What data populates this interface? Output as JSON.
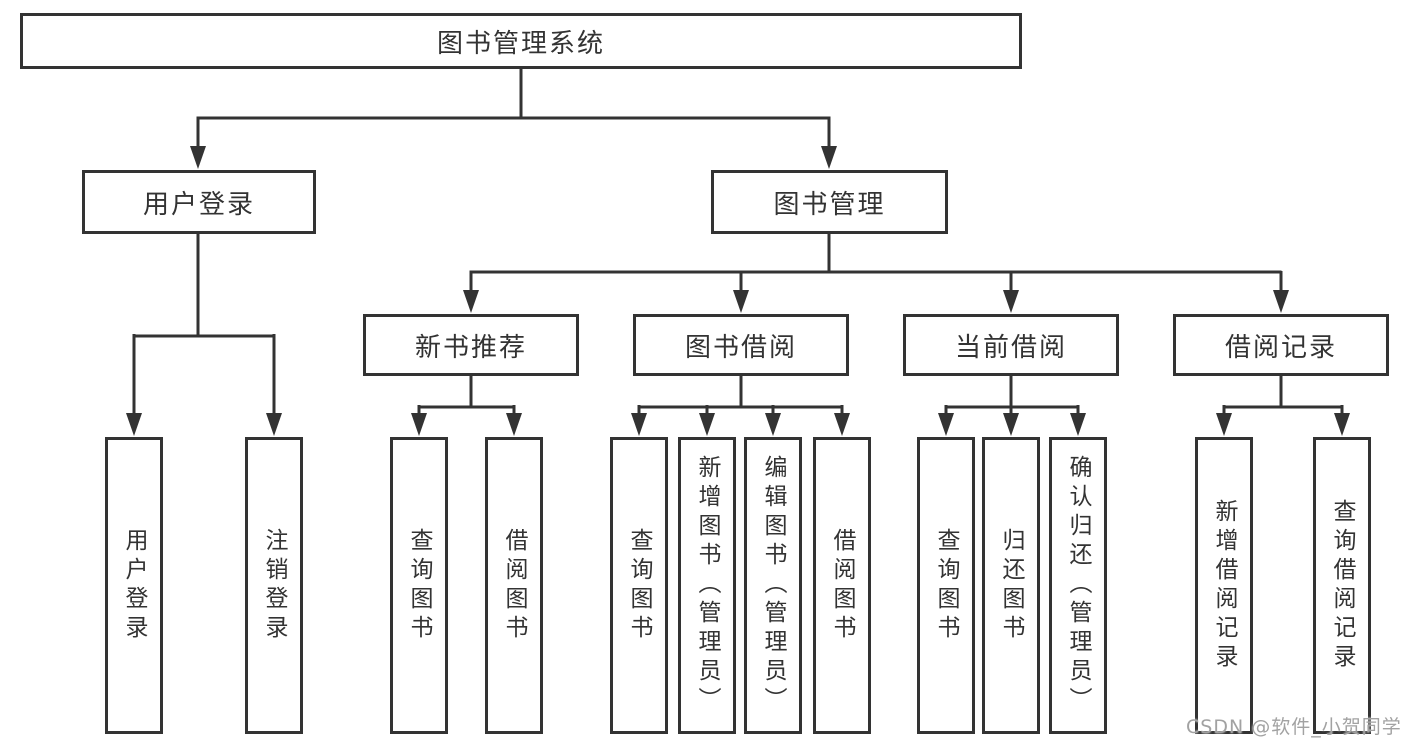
{
  "root": {
    "label": "图书管理系统"
  },
  "level2": [
    {
      "id": "user-login",
      "label": "用户登录"
    },
    {
      "id": "book-management",
      "label": "图书管理"
    }
  ],
  "level3": [
    {
      "id": "new-book-recommend",
      "label": "新书推荐",
      "parent": "图书管理"
    },
    {
      "id": "book-borrow",
      "label": "图书借阅",
      "parent": "图书管理"
    },
    {
      "id": "current-borrow",
      "label": "当前借阅",
      "parent": "图书管理"
    },
    {
      "id": "borrow-record",
      "label": "借阅记录",
      "parent": "图书管理"
    }
  ],
  "leaves": [
    {
      "label": "用户登录",
      "parent": "用户登录"
    },
    {
      "label": "注销登录",
      "parent": "用户登录"
    },
    {
      "label": "查询图书",
      "parent": "新书推荐"
    },
    {
      "label": "借阅图书",
      "parent": "新书推荐"
    },
    {
      "label": "查询图书",
      "parent": "图书借阅"
    },
    {
      "label": "新增图书（管理员）",
      "parent": "图书借阅"
    },
    {
      "label": "编辑图书（管理员）",
      "parent": "图书借阅"
    },
    {
      "label": "借阅图书",
      "parent": "图书借阅"
    },
    {
      "label": "查询图书",
      "parent": "当前借阅"
    },
    {
      "label": "归还图书",
      "parent": "当前借阅"
    },
    {
      "label": "确认归还（管理员）",
      "parent": "当前借阅"
    },
    {
      "label": "新增借阅记录",
      "parent": "借阅记录"
    },
    {
      "label": "查询借阅记录",
      "parent": "借阅记录"
    }
  ],
  "watermark": {
    "text": "CSDN @软件_小贺同学"
  },
  "colors": {
    "line": "#333333",
    "text": "#333333",
    "background": "#ffffff",
    "watermark": "#a2a2a2"
  }
}
